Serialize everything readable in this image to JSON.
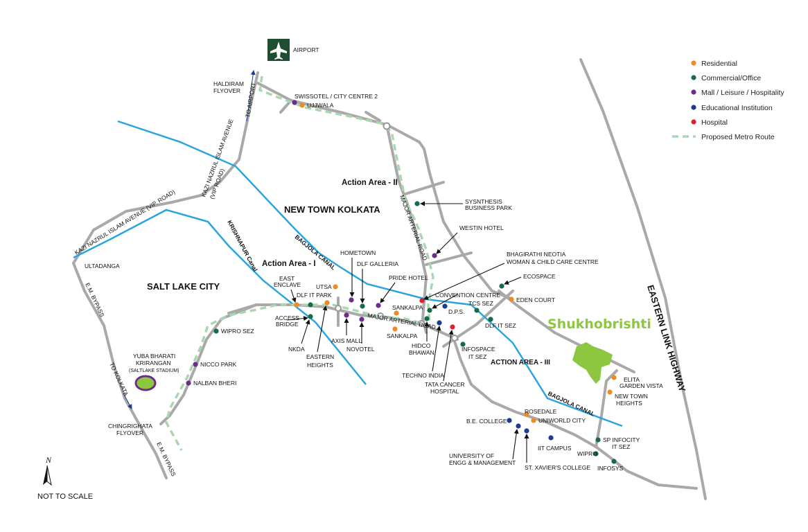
{
  "legend": {
    "residential": "Residential",
    "commercial": "Commercial/Office",
    "mall": "Mall / Leisure / Hospitality",
    "educational": "Educational Institution",
    "hospital": "Hospital",
    "metro": "Proposed Metro Route"
  },
  "colors": {
    "residential": "#f08a24",
    "commercial": "#176b4b",
    "mall": "#6d2b8a",
    "educational": "#1d3c8f",
    "hospital": "#e0202c",
    "metro": "#a9d7b2",
    "canal": "#2aa4df",
    "road": "#a9a9a9",
    "project": "#8dc63f"
  },
  "areas": {
    "new_town": "NEW TOWN KOLKATA",
    "salt_lake": "SALT LAKE CITY",
    "action_1": "Action Area - I",
    "action_2": "Action Area - II",
    "action_3": "ACTION AREA - III"
  },
  "roads": {
    "eastern_link": "EASTERN LINK HIGHWAY",
    "bagjola_1": "BAGJOLA CANAL",
    "bagjola_2": "BAGJOLA  CANAL",
    "krishnapur": "KRISHNAPUR Canal",
    "major_arterial_vertical": "MAJOR  ARTERIAL  ROAD",
    "major_arterial_horizontal": "MAJOR ARTERIAL ROAD",
    "vip_road_1": "KAZI NAZRUL ISLAM AVENUE (VIP. ROAD)",
    "vip_road_2a": "KAZI NAZRUL ISLAM AVENUE",
    "vip_road_2b": "(VIP ROAD)",
    "em_bypass_1": "E.M. BYPASS",
    "em_bypass_2": "E.M. BYPASS",
    "to_kolkata": "TO KOLKATA",
    "to_airport": "TO AIRPORT"
  },
  "labels": {
    "airport": "AIRPORT",
    "haldiram_1": "HALDIRAM",
    "haldiram_2": "FLYOVER",
    "swissotel": "SWISSOTEL / CITY CENTRE 2",
    "ujjwala": "UJJWALA",
    "ultadanga": "ULTADANGA",
    "synthesis_1": "SYSNTHESIS",
    "synthesis_2": "BUSINESS PARK",
    "westin": "WESTIN HOTEL",
    "bhagirathi_1": "BHAGIRATHI NEOTIA",
    "bhagirathi_2": "WOMAN & CHILD CARE CENTRE",
    "ecospace": "ECOSPACE",
    "eden_court": "EDEN COURT",
    "convention": "CONVENTION CENTRE",
    "tcs": "TCS SEZ",
    "dps": "D.P.S.",
    "dlf_it_sez": "DLF IT SEZ",
    "hometown": "HOMETOWN",
    "dlf_galleria": "DLF GALLERIA",
    "pride": "PRIDE HOTEL",
    "sankalpa_1": "SANKALPA",
    "sankalpa_2": "SANKALPA",
    "east_enclave_1": "EAST",
    "east_enclave_2": "ENCLAVE",
    "dlf_it_park": "DLF IT PARK",
    "utsa": "UTSA",
    "access_1": "ACCESS",
    "access_2": "BRIDGE",
    "nkda": "NKDA",
    "eastern_heights_1": "EASTERN",
    "eastern_heights_2": "HEIGHTS",
    "axis_mall": "AXIS MALL",
    "novotel": "NOVOTEL",
    "hidco_1": "HIDCO",
    "hidco_2": "BHAWAN",
    "techno_india": "TECHNO INDIA",
    "tata_1": "TATA CANCER",
    "tata_2": "HOSPITAL",
    "infospace_1": "INFOSPACE",
    "infospace_2": "IT SEZ",
    "wipro_sez": "WIPRO SEZ",
    "yuba_1": "YUBA BHARATI",
    "yuba_2": "KRIRANGAN",
    "yuba_3": "(SALTLAKE STADIUM)",
    "nicco": "NICCO PARK",
    "nalban": "NALBAN BHERI",
    "chingri_1": "CHINGRIGHATA",
    "chingri_2": "FLYOVER",
    "elita_1": "ELITA",
    "elita_2": "GARDEN VISTA",
    "newtown_heights_1": "NEW TOWN",
    "newtown_heights_2": "HEIGHTS",
    "rosedale": "ROSEDALE",
    "be_college": "B.E. COLLEGE",
    "uniworld": "UNIWORLD CITY",
    "iit": "IIT CAMPUS",
    "university_1": "UNIVERSITY OF",
    "university_2": "ENGG & MANAGEMENT",
    "xavier": "ST. XAVIER'S COLLEGE",
    "sp_infocity_1": "SP INFOCITY",
    "sp_infocity_2": "IT SEZ",
    "wipro": "WIPRO",
    "infosys": "INFOSYS",
    "not_to_scale": "NOT TO SCALE",
    "north": "N"
  },
  "project": {
    "name": "Shukhobrishti"
  }
}
